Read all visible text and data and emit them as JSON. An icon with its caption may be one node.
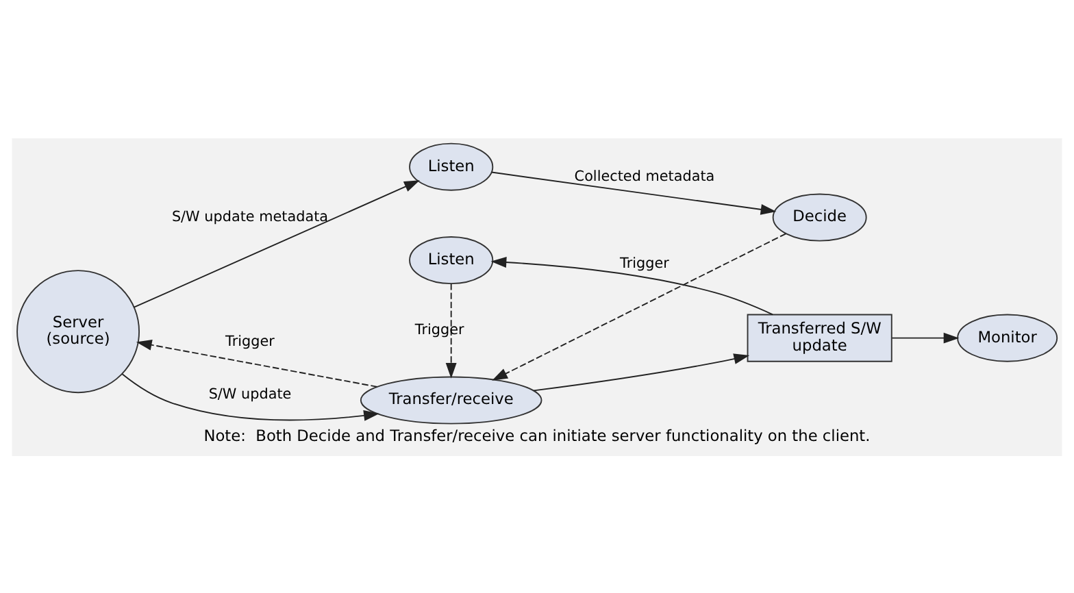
{
  "diagram": {
    "caption": "Note:  Both Decide and Transfer/receive can initiate server functionality on the client.",
    "nodes": [
      {
        "text": [
          "Server (source)"
        ]
      },
      {
        "text": [
          "Listen"
        ]
      },
      {
        "text": [
          "Decide"
        ]
      },
      {
        "text": [
          "Transfer/receive"
        ]
      },
      {
        "text": [
          "Transferred S/W update"
        ]
      },
      {
        "text": [
          "Listen"
        ]
      },
      {
        "text": [
          "Monitor"
        ]
      }
    ],
    "edges": [
      {
        "from": 0,
        "to": 1,
        "arrow": "to",
        "label": "S/W update metadata"
      },
      {
        "from": 1,
        "to": 2,
        "arrow": "to",
        "label": "Collected metadata"
      },
      {
        "from": 2,
        "to": 3,
        "arrow": "to",
        "label": "Trigger",
        "style": "dashed"
      },
      {
        "from": 0,
        "to": 3,
        "arrow": "to",
        "label": "S/W update"
      },
      {
        "from": 3,
        "to": 0,
        "arrow": "to",
        "label": "Trigger",
        "style": "dashed"
      },
      {
        "from": 3,
        "to": 4,
        "arrow": "to"
      },
      {
        "from": 4,
        "to": 5,
        "arrow": "to"
      },
      {
        "from": 5,
        "to": 3,
        "arrow": "to",
        "label": "Trigger",
        "style": "dashed"
      },
      {
        "from": 4,
        "to": 6,
        "arrow": "to"
      }
    ]
  }
}
